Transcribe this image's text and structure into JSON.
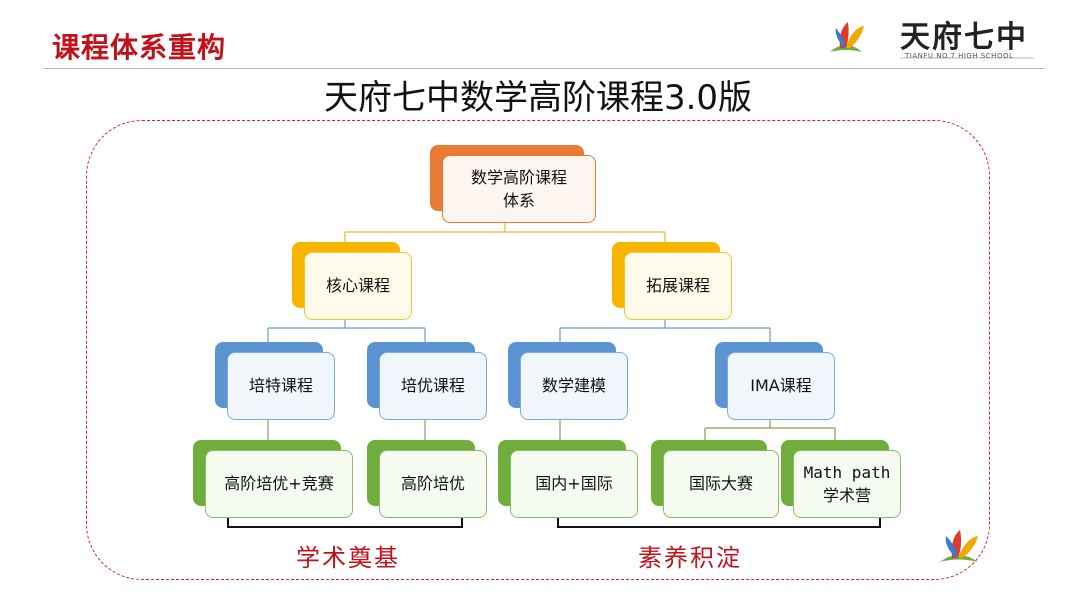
{
  "header": {
    "title": "课程体系重构",
    "logo_name": "天府七中",
    "logo_sub": "TIANFU NO.7 HIGH SCHOOL"
  },
  "main_title": "天府七中数学高阶课程3.0版",
  "tree": {
    "root": "数学高阶课程\n体系",
    "core": "核心课程",
    "extend": "拓展课程",
    "peite": "培特课程",
    "peiyou": "培优课程",
    "shuxue_jianmo": "数学建模",
    "ima": "IMA课程",
    "gaojie_jingsai": "高阶培优+竞赛",
    "gaojie_peiyou": "高阶培优",
    "guonei_guoji": "国内+国际",
    "guoji_dasai": "国际大赛",
    "math_path": "Math path\n学术营"
  },
  "brackets": {
    "left_label": "学术奠基",
    "right_label": "素养积淀"
  },
  "colors": {
    "title_red": "#c0121a",
    "orange": "#ea7b35",
    "yellow": "#f7b500",
    "blue": "#5b93d3",
    "green": "#6fae3d"
  }
}
